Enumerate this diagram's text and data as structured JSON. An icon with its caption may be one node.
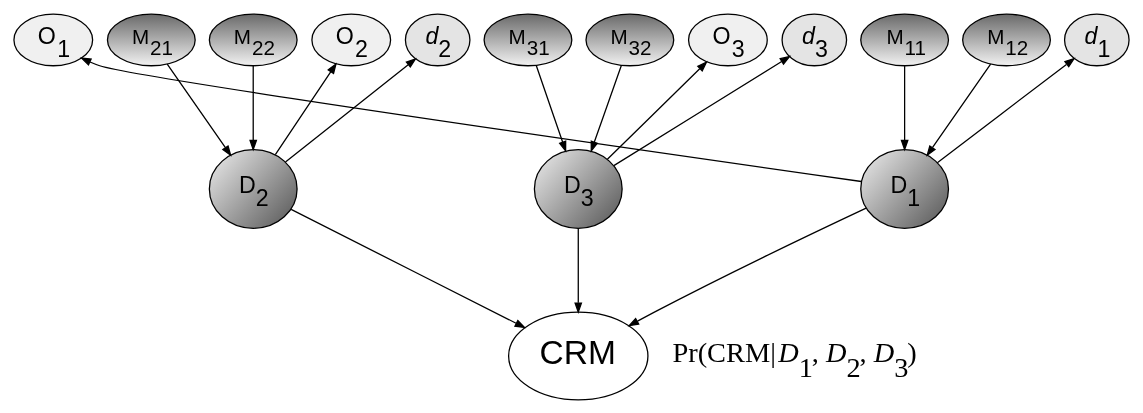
{
  "diagram": {
    "nodes": [
      {
        "text": [
          "O$_{1}$"
        ]
      },
      {
        "text": [
          "M$_{11}$"
        ]
      },
      {
        "text": [
          "M$_{12}$"
        ]
      },
      {
        "text": [
          "*d*$_{1}$"
        ]
      },
      {
        "text": [
          "O$_{2}$"
        ]
      },
      {
        "text": [
          "M$_{21}$"
        ]
      },
      {
        "text": [
          "M$_{22}$"
        ]
      },
      {
        "text": [
          "*d*$_{2}$"
        ]
      },
      {
        "text": [
          "O$_{3}$"
        ]
      },
      {
        "text": [
          "M$_{31}$"
        ]
      },
      {
        "text": [
          "M$_{32}$"
        ]
      },
      {
        "text": [
          "*d*$_{3}$"
        ]
      },
      {
        "text": [
          "D$_{1}$"
        ]
      },
      {
        "text": [
          "D$_{2}$"
        ]
      },
      {
        "text": [
          "D$_{3}$"
        ]
      },
      {
        "text": [
          "CRM"
        ],
        "beside": [
          "Pr(CRM|*D*$_{1}$, *D*$_{2}$, *D*$_{3}$)"
        ]
      }
    ],
    "edges": [
      {
        "from": 12,
        "to": 0,
        "arrow": "to"
      },
      {
        "from": 1,
        "to": 12,
        "arrow": "to"
      },
      {
        "from": 2,
        "to": 12,
        "arrow": "to"
      },
      {
        "from": 12,
        "to": 3,
        "arrow": "to"
      },
      {
        "from": 13,
        "to": 4,
        "arrow": "to"
      },
      {
        "from": 5,
        "to": 13,
        "arrow": "to"
      },
      {
        "from": 6,
        "to": 13,
        "arrow": "to"
      },
      {
        "from": 13,
        "to": 7,
        "arrow": "to"
      },
      {
        "from": 14,
        "to": 8,
        "arrow": "to"
      },
      {
        "from": 9,
        "to": 14,
        "arrow": "to"
      },
      {
        "from": 10,
        "to": 14,
        "arrow": "to"
      },
      {
        "from": 14,
        "to": 11,
        "arrow": "to"
      },
      {
        "from": 12,
        "to": 15,
        "arrow": "to"
      },
      {
        "from": 13,
        "to": 15,
        "arrow": "to"
      },
      {
        "from": 14,
        "to": 15,
        "arrow": "to"
      }
    ]
  }
}
